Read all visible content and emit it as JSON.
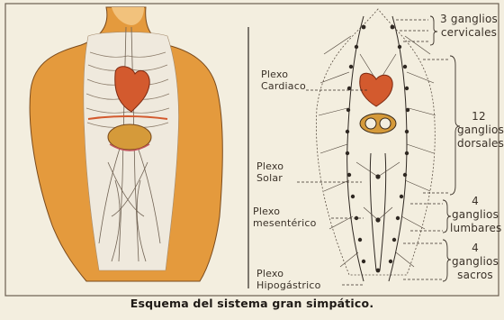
{
  "left_labels": {
    "cardiaco": [
      "Plexo",
      "Cardiaco"
    ],
    "solar": [
      "Plexo",
      "Solar"
    ],
    "mesenterico": [
      "Plexo",
      "mesentérico"
    ],
    "hipogastrico": [
      "Plexo",
      "Hipogástrico"
    ]
  },
  "right_labels": {
    "cervicales": [
      "3 ganglios",
      "cervicales"
    ],
    "dorsales": [
      "12",
      "ganglios",
      "dorsales"
    ],
    "lumbares": [
      "4",
      "ganglios",
      "lumbares"
    ],
    "sacros": [
      "4",
      "ganglios",
      "sacros"
    ]
  },
  "caption": "Esquema del sistema gran simpático.",
  "colors": {
    "skin": "#e49a3d",
    "skin_light": "#f2c27c",
    "heart": "#d35a2e",
    "organ": "#d59a3a",
    "ink": "#2f2822",
    "paper": "#f3eedf"
  }
}
